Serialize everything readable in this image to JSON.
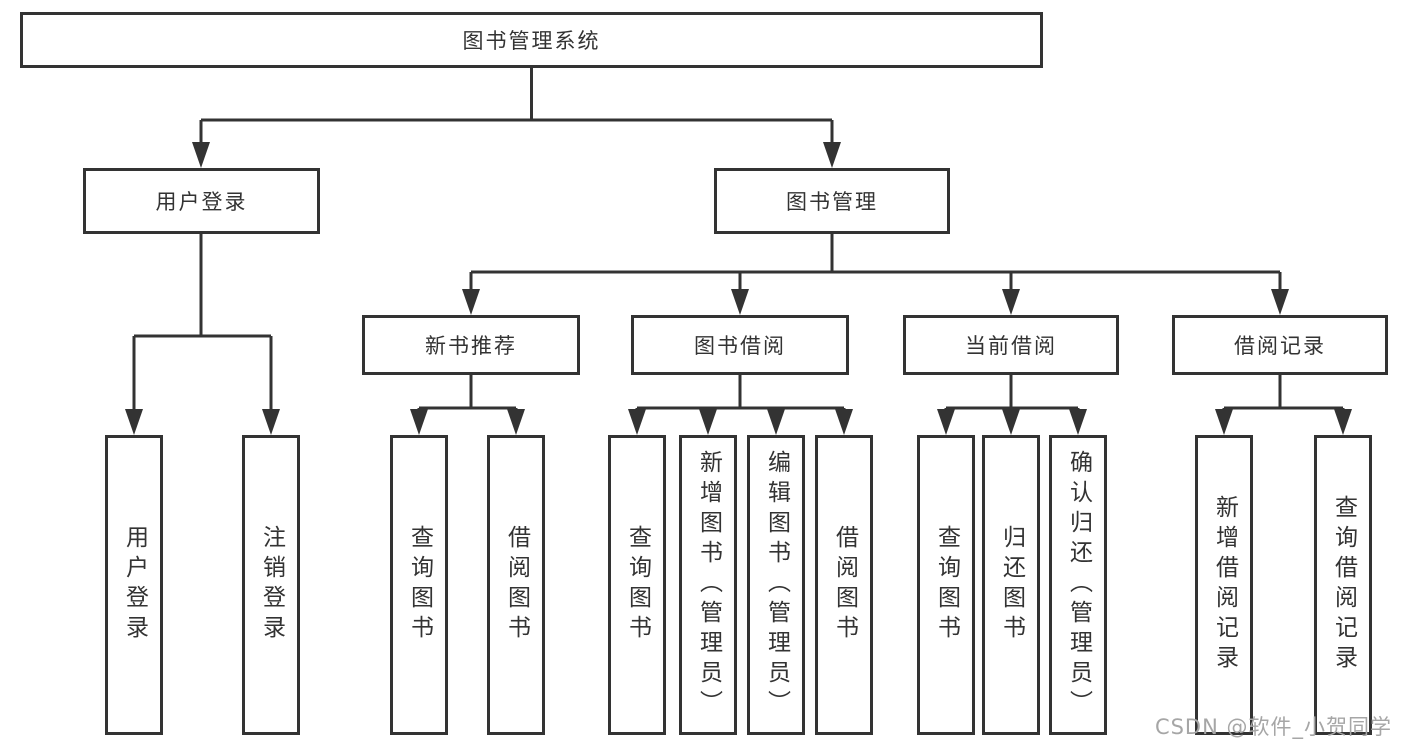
{
  "diagram": {
    "root_label": "图书管理系统",
    "children": [
      {
        "label": "用户登录",
        "children": [
          {
            "label": "用户登录"
          },
          {
            "label": "注销登录"
          }
        ]
      },
      {
        "label": "图书管理",
        "children": [
          {
            "label": "新书推荐",
            "children": [
              {
                "label": "查询图书"
              },
              {
                "label": "借阅图书"
              }
            ]
          },
          {
            "label": "图书借阅",
            "children": [
              {
                "label": "查询图书"
              },
              {
                "label": "新增图书（管理员）"
              },
              {
                "label": "编辑图书（管理员）"
              },
              {
                "label": "借阅图书"
              }
            ]
          },
          {
            "label": "当前借阅",
            "children": [
              {
                "label": "查询图书"
              },
              {
                "label": "归还图书"
              },
              {
                "label": "确认归还（管理员）"
              }
            ]
          },
          {
            "label": "借阅记录",
            "children": [
              {
                "label": "新增借阅记录"
              },
              {
                "label": "查询借阅记录"
              }
            ]
          }
        ]
      }
    ]
  },
  "watermark": "CSDN @软件_小贺同学",
  "colors": {
    "line": "#333333",
    "box_border": "#333333",
    "text": "#333333",
    "watermark": "#a6a6a6",
    "background": "#ffffff"
  }
}
